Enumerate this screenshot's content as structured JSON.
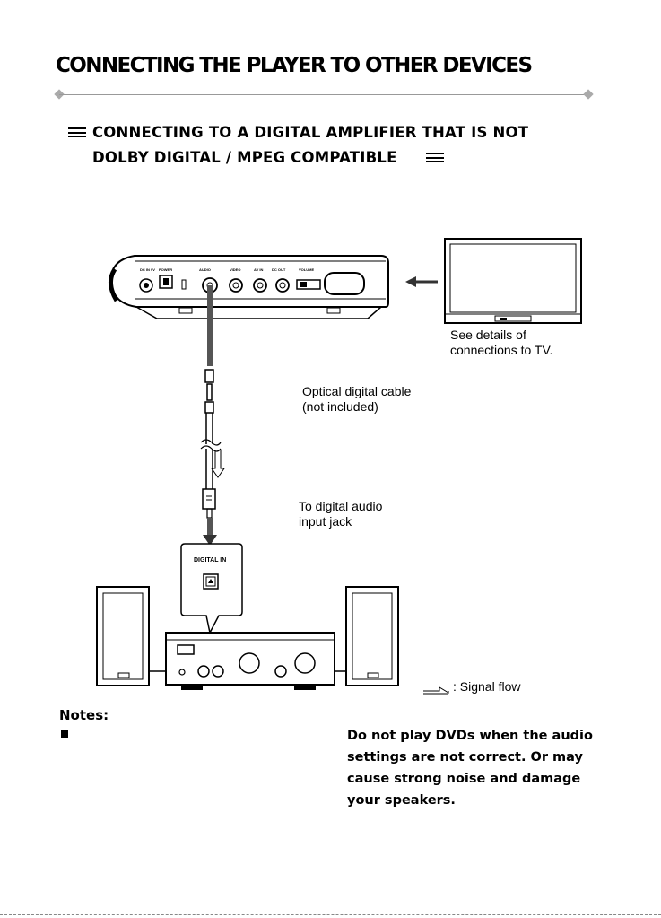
{
  "title": "CONNECTING THE PLAYER TO OTHER  DEVICES",
  "section": {
    "heading_line1": "CONNECTING TO A DIGITAL AMPLIFIER THAT IS NOT",
    "heading_line2": "DOLBY DIGITAL / MPEG COMPATIBLE"
  },
  "labels": {
    "tv_details_line1": "See details of",
    "tv_details_line2": "connections  to TV.",
    "optical_cable_line1": "Optical digital cable",
    "optical_cable_line2": "(not included)",
    "digital_input_line1": "To digital audio",
    "digital_input_line2": "input jack",
    "digital_in_port": "DIGITAL  IN",
    "signal_flow": ": Signal   flow"
  },
  "player_panel": {
    "ports": [
      "DC IN 9V",
      "POWER",
      "AUDIO",
      "VIDEO",
      "AV IN",
      "DC OUT",
      "VOLUME"
    ]
  },
  "notes": {
    "title": "Notes:",
    "text_lines": [
      "Do not play DVDs when the audio",
      "settings are not correct. Or may",
      "cause strong noise and damage",
      "your speakers."
    ]
  }
}
